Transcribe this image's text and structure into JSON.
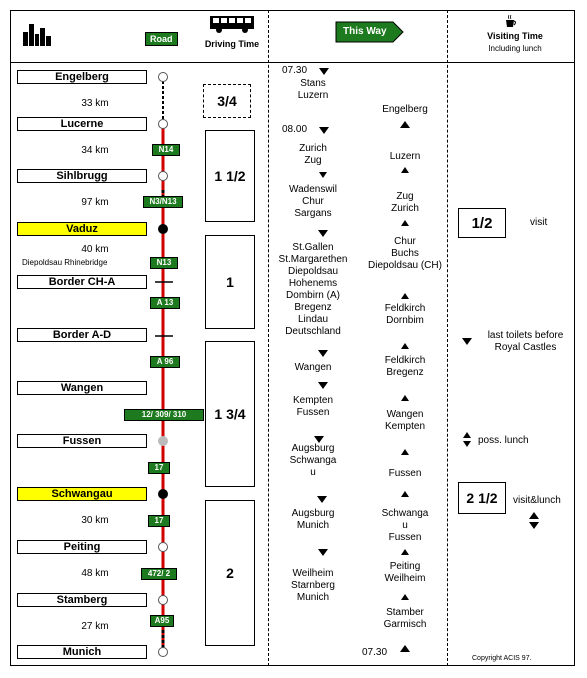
{
  "header": {
    "road_badge": "Road",
    "driving_time": "Driving Time",
    "this_way": "This Way",
    "visiting_time": "Visiting Time",
    "visiting_sub": "Including lunch"
  },
  "cities": [
    {
      "name": "Engelberg"
    },
    {
      "name": "Lucerne"
    },
    {
      "name": "Sihlbrugg"
    },
    {
      "name": "Vaduz"
    },
    {
      "name": "Border CH-A"
    },
    {
      "name": "Border A-D"
    },
    {
      "name": "Wangen"
    },
    {
      "name": "Fussen"
    },
    {
      "name": "Schwangau"
    },
    {
      "name": "Peiting"
    },
    {
      "name": "Stamberg"
    },
    {
      "name": "Munich"
    }
  ],
  "distances": [
    "33 km",
    "34 km",
    "97 km",
    "40 km",
    "30 km",
    "48 km",
    "27 km"
  ],
  "route_note": "Diepoldsau Rhinebridge",
  "road_signs": [
    "N14",
    "N3/N13",
    "N13",
    "A 13",
    "A 96",
    "12/ 309/ 310",
    "17",
    "17",
    "472/ 2",
    "A95"
  ],
  "drive_times": [
    "3/4",
    "1 1/2",
    "1",
    "1 3/4",
    "2"
  ],
  "outbound": {
    "start_time": "07.30",
    "stops1": "Stans\nLuzern",
    "time2": "08.00",
    "s1": "Zurich\nZug",
    "s2": "Wadenswil\nChur\nSargans",
    "s3": "St.Gallen\nSt.Margarethen\nDiepoldsau\nHohenems\nDombirn (A)\nBregenz\nLindau\nDeutschland",
    "s4": "Wangen",
    "s5": "Kempten\nFussen",
    "s6": "Augsburg\nSchwanga\nu",
    "s7": "Augsburg\nMunich",
    "s8": "Weilheim\nStarnberg\nMunich"
  },
  "return": {
    "r1": "Engelberg",
    "r2": "Luzern",
    "r3": "Zug\nZurich",
    "r4": "Chur\nBuchs\nDiepoldsau (CH)",
    "r5": "Feldkirch\nDornbim",
    "r6": "Feldkirch\nBregenz",
    "r7": "Wangen\nKempten",
    "r8": "Fussen",
    "r9": "Schwanga\nu\nFussen",
    "r10": "Peiting\nWeilheim",
    "r11": "Stamber\nGarmisch",
    "end_time": "07.30"
  },
  "visits": {
    "v1_time": "1/2",
    "v1_label": "visit",
    "toilets": "last toilets before\nRoyal Castles",
    "lunch": "poss. lunch",
    "v2_time": "2 1/2",
    "v2_label": "visit&lunch"
  },
  "copyright": "Copyright ACIS 97."
}
